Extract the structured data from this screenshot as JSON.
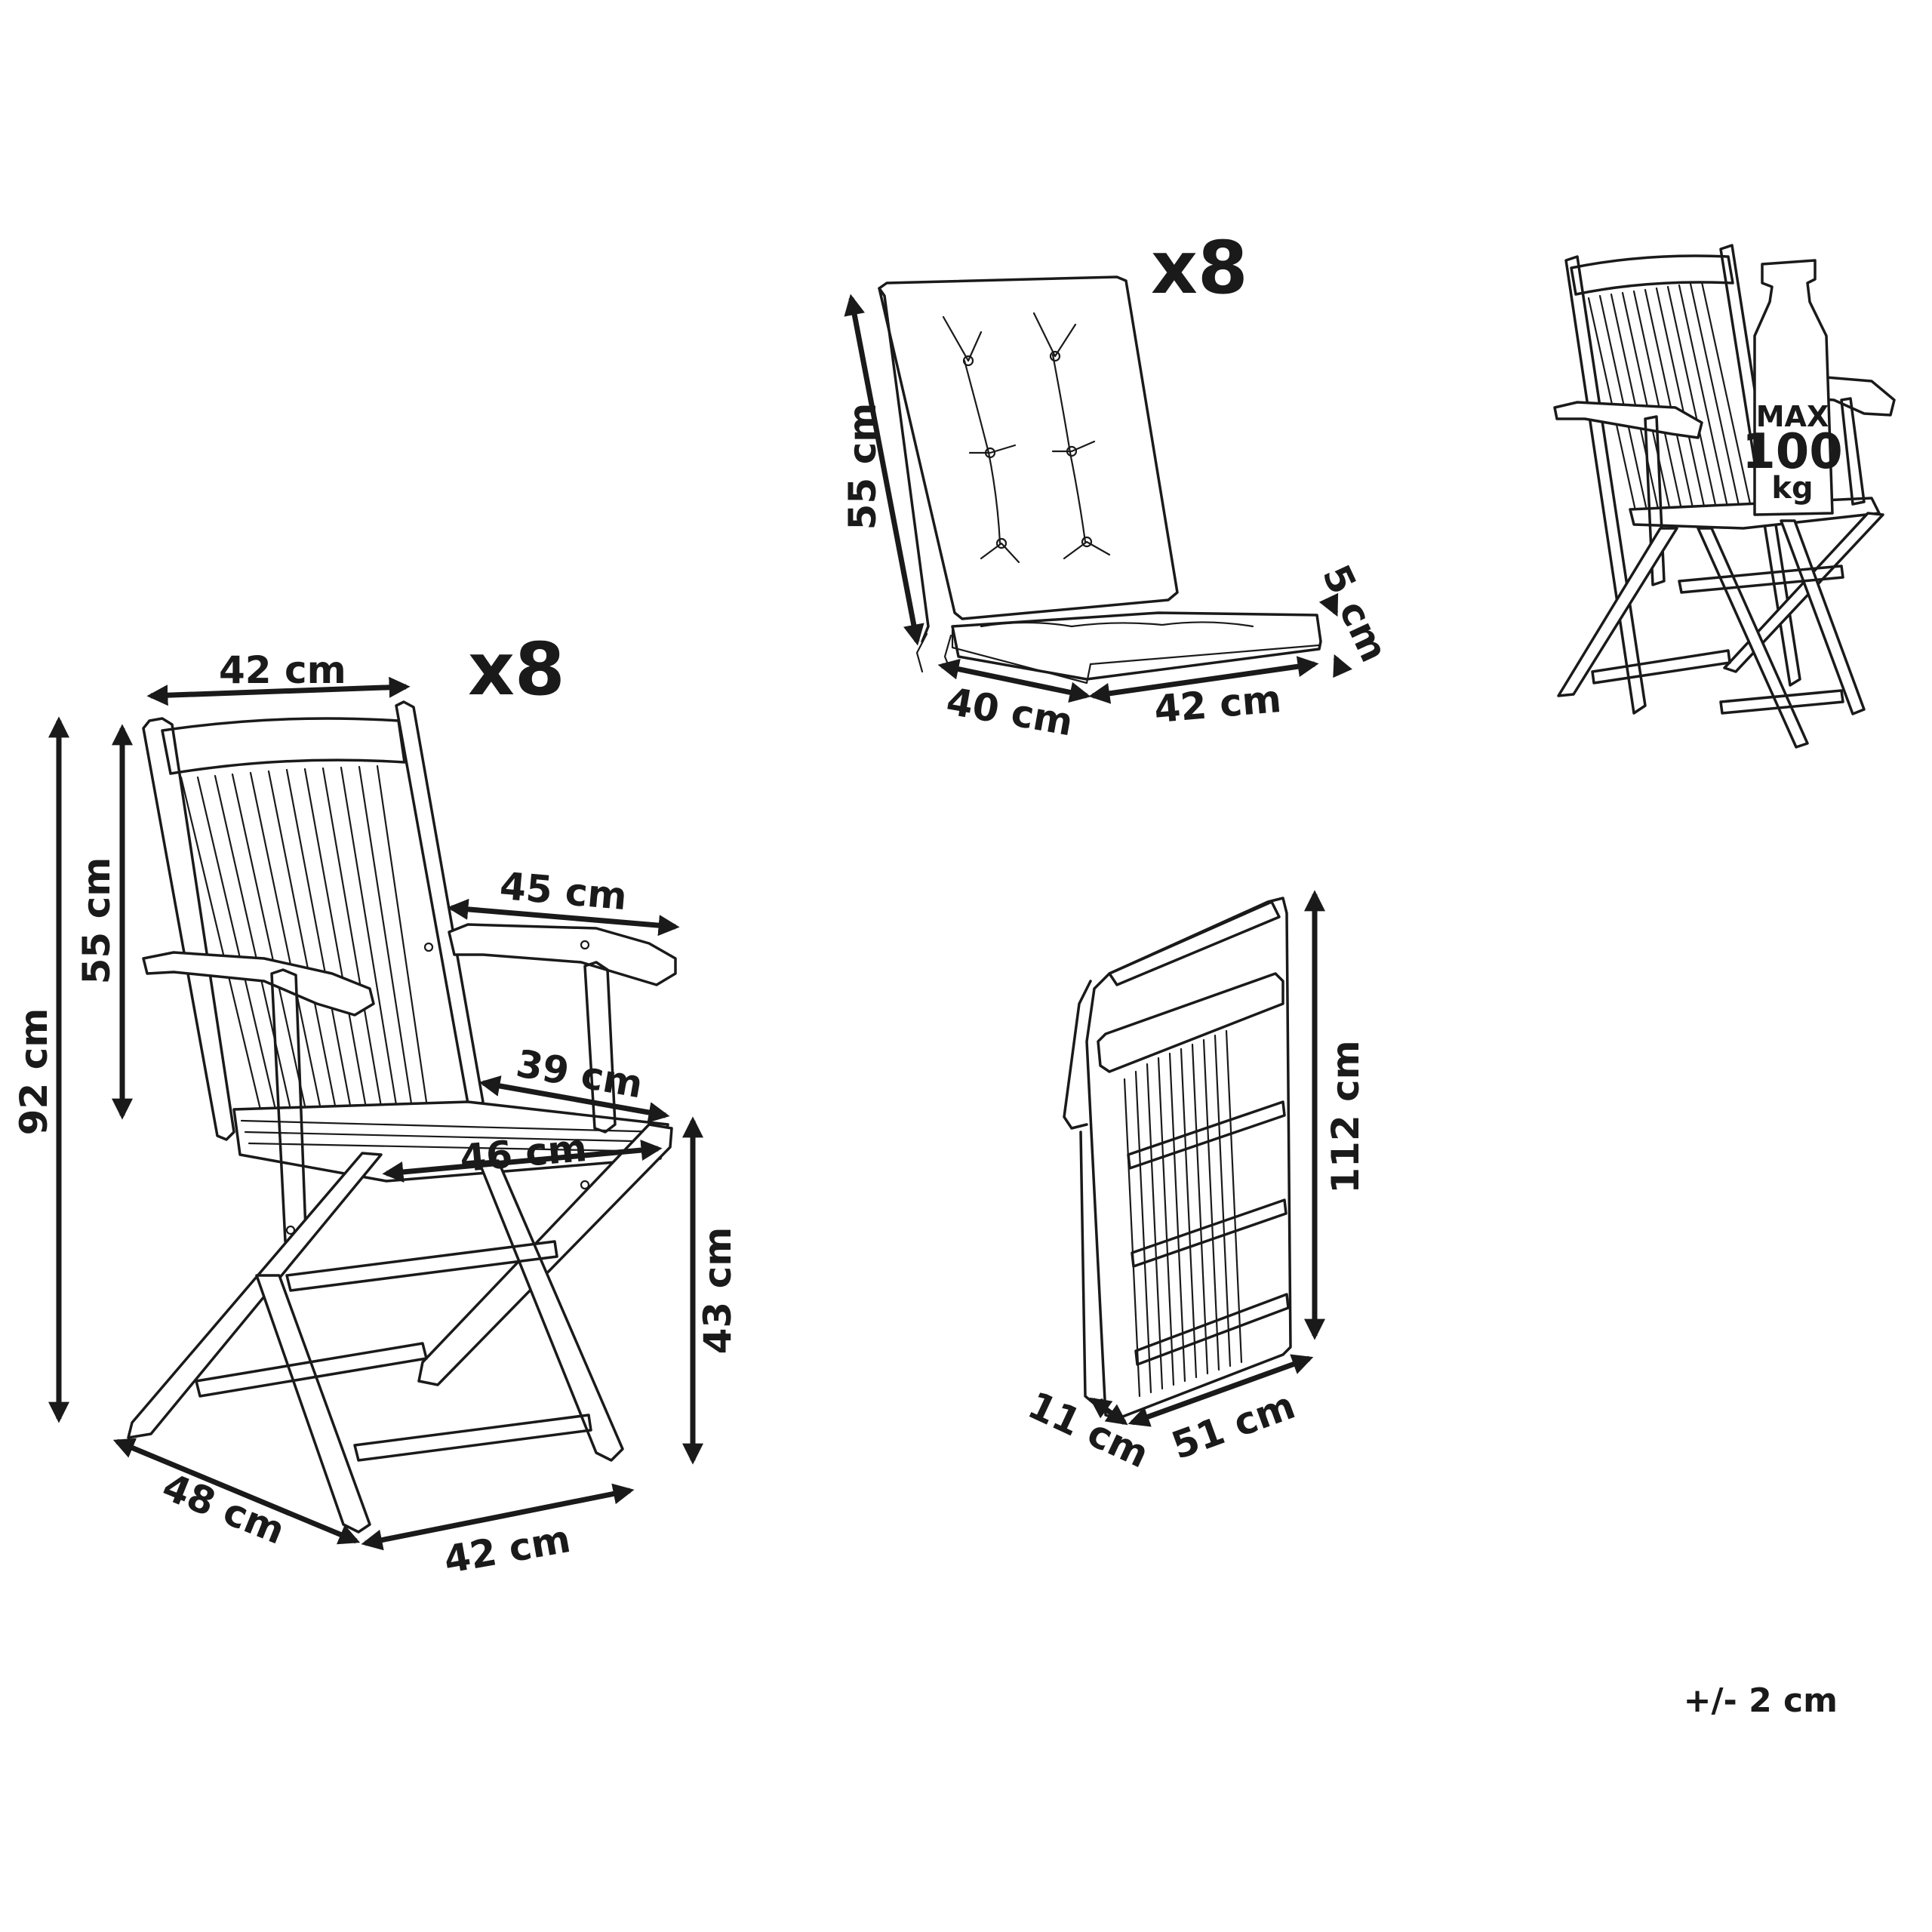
{
  "chair": {
    "quantity": "x8",
    "dims": {
      "back_width": "42 cm",
      "total_height": "92 cm",
      "back_height": "55 cm",
      "armrest_length": "45 cm",
      "seat_depth": "39 cm",
      "seat_width": "46 cm",
      "seat_height": "43 cm",
      "base_depth": "48 cm",
      "base_width": "42 cm"
    }
  },
  "cushion": {
    "quantity": "x8",
    "dims": {
      "back_height": "55 cm",
      "thickness": "5 cm",
      "seat_depth": "40 cm",
      "seat_width": "42 cm"
    }
  },
  "load": {
    "line1": "MAX",
    "line2": "100",
    "line3": "kg"
  },
  "folded": {
    "dims": {
      "height": "112 cm",
      "thickness": "11 cm",
      "width": "51 cm"
    }
  },
  "tolerance": "+/- 2 cm"
}
